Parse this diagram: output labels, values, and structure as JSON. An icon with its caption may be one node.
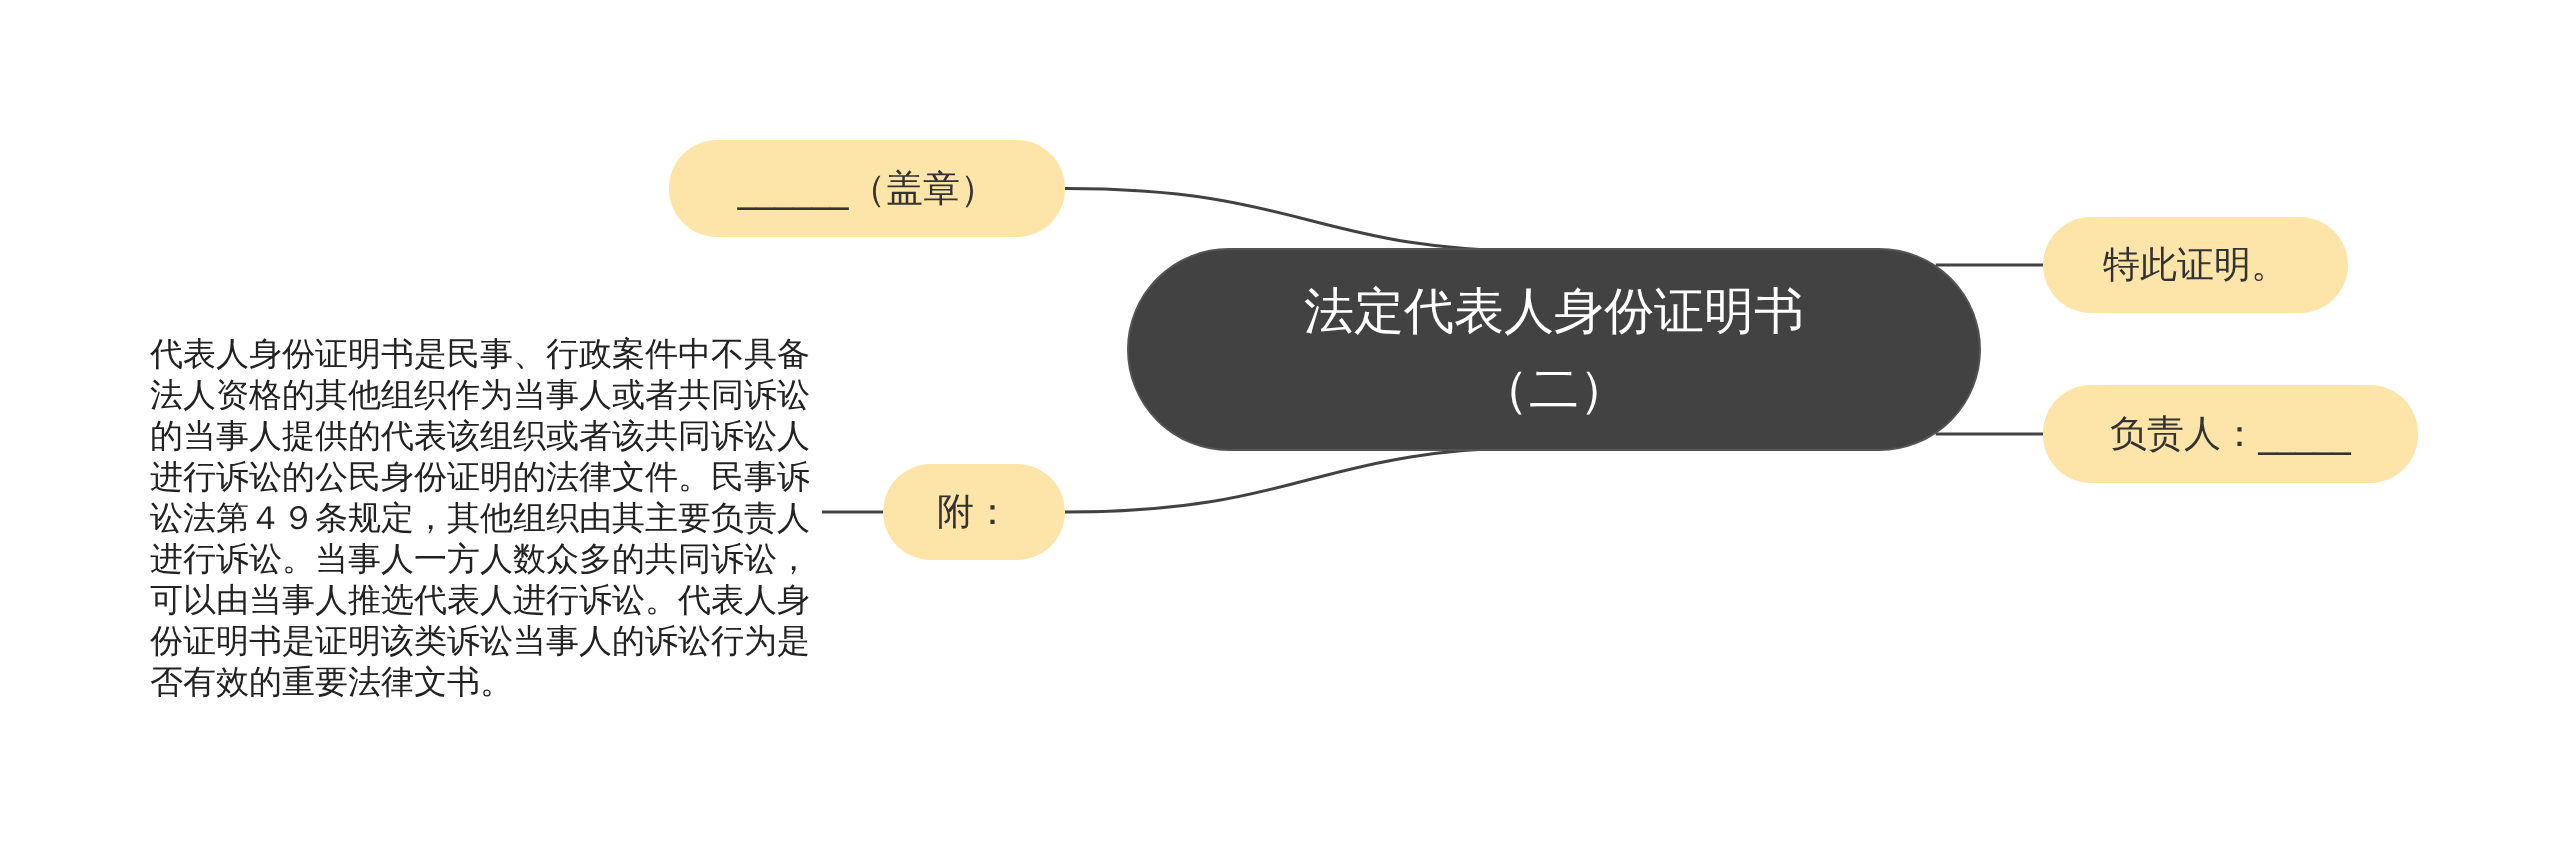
{
  "diagram": {
    "nodes": [
      {
        "text": [
          "法定代表人身份证明书（二）"
        ]
      },
      {
        "text": [
          "______（盖章）"
        ]
      },
      {
        "text": [
          "特此证明。"
        ]
      },
      {
        "text": [
          "负责人：_____"
        ]
      },
      {
        "text": [
          "附："
        ]
      },
      {
        "text": [
          "代表人身份证明书是民事、行政案件中不具备法人资格的其他组织作为当事人或者共同诉讼的当事人提供的代表该组织或者该共同诉讼人进行诉讼的公民身份证明的法律文件。民事诉讼法第４９条规定，其他组织由其主要负责人进行诉讼。当事人一方人数众多的共同诉讼，可以由当事人推选代表人进行诉讼。代表人身份证明书是证明该类诉讼当事人的诉讼行为是否有效的重要法律文书。"
        ]
      }
    ],
    "edges": [
      {
        "from": 0,
        "to": 1,
        "arrow": "none"
      },
      {
        "from": 0,
        "to": 2,
        "arrow": "none"
      },
      {
        "from": 0,
        "to": 3,
        "arrow": "none"
      },
      {
        "from": 0,
        "to": 4,
        "arrow": "none"
      },
      {
        "from": 4,
        "to": 5,
        "arrow": "none"
      }
    ]
  }
}
